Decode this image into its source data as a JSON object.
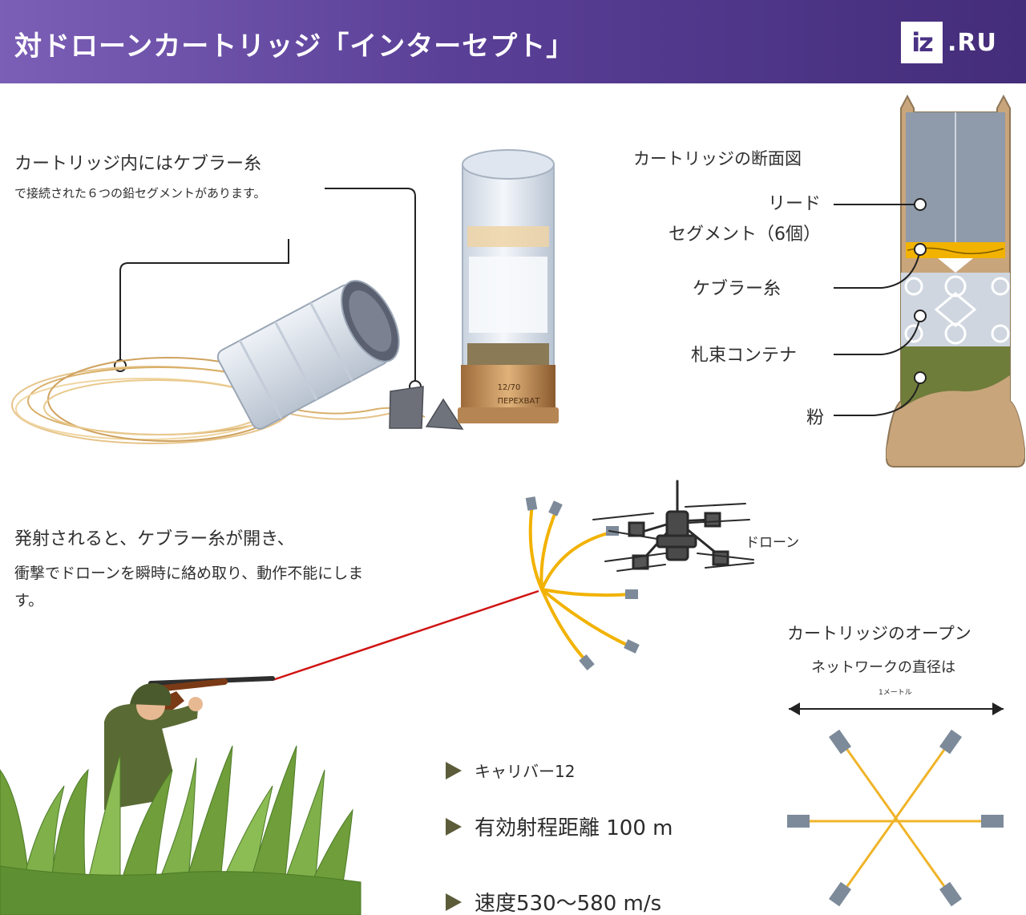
{
  "header": {
    "title": "対ドローンカートリッジ「インターセプト」",
    "logo_box": "iz",
    "logo_text": ".RU"
  },
  "intro": {
    "line1": "カートリッジ内にはケブラー糸",
    "line2": "で接続された６つの鉛セグメントがあります。"
  },
  "cross_section": {
    "title": "カートリッジの断面図",
    "labels": {
      "lead": "リード",
      "segments": "セグメント（6個）",
      "kevlar": "ケブラー糸",
      "container": "札束コンテナ",
      "powder": "粉"
    }
  },
  "cartridge_marking": {
    "caliber": "12/70",
    "name": "ПЕРЕХВАТ"
  },
  "launch": {
    "line1": "発射されると、ケブラー糸が開き、",
    "line2": "衝撃でドローンを瞬時に絡め取り、動作不能にします。"
  },
  "drone_label": "ドローン",
  "net_open": {
    "line1": "カートリッジのオープン",
    "line2": "ネットワークの直径は",
    "diameter": "1メートル"
  },
  "specs": [
    "キャリバー12",
    "有効射程距離 100 m",
    "速度530〜580 m/s"
  ],
  "colors": {
    "header_start": "#7b5fb6",
    "header_end": "#442d7a",
    "kevlar_yellow": "#f2b200",
    "net_line": "#f0b429",
    "net_weight": "#7d8a99",
    "lead_gray": "#8f9aaa",
    "powder_green": "#6f7d3a",
    "brass": "#c8a276",
    "laser_red": "#d11414",
    "spec_marker": "#5c5c3a"
  }
}
